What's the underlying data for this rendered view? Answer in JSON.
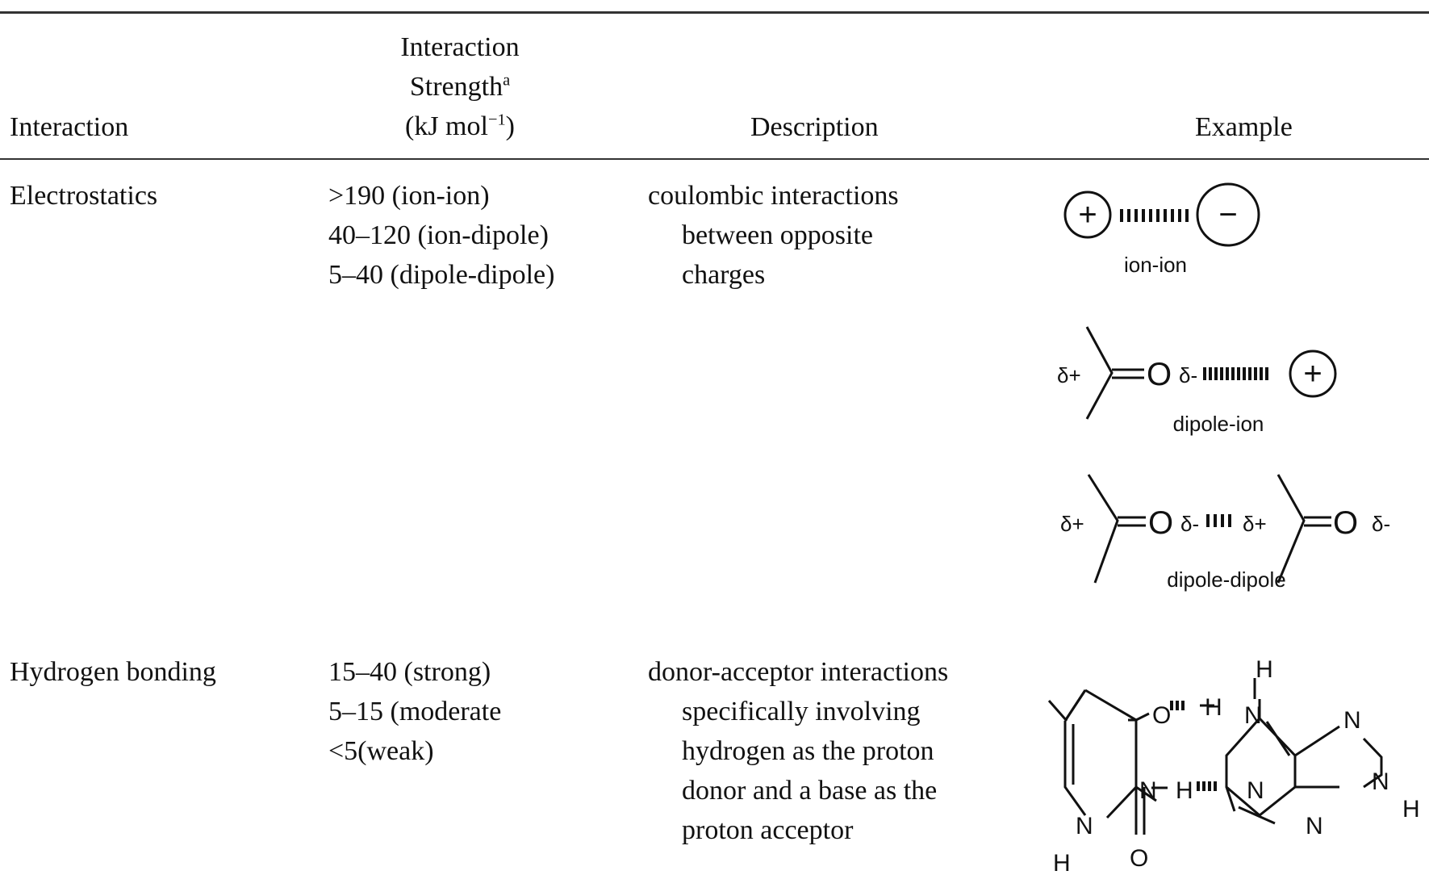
{
  "header": {
    "interaction": "Interaction",
    "strength_line1": "Interaction",
    "strength_line2": "Strength",
    "strength_sup": "a",
    "strength_unit_pre": "(kJ mol",
    "strength_unit_sup": "−1",
    "strength_unit_post": ")",
    "description": "Description",
    "example": "Example"
  },
  "rows": [
    {
      "interaction": "Electrostatics",
      "strengths": [
        ">190 (ion-ion)",
        "40–120 (ion-dipole)",
        "5–40 (dipole-dipole)"
      ],
      "description": [
        "coulombic interactions",
        "between opposite",
        "charges"
      ]
    },
    {
      "interaction": "Hydrogen bonding",
      "strengths": [
        "15–40 (strong)",
        "5–15 (moderate",
        "<5(weak)"
      ],
      "description": [
        "donor-acceptor interactions",
        "specifically involving",
        "hydrogen as the proton",
        "donor and a base as the",
        "proton acceptor"
      ]
    }
  ],
  "examples": {
    "ion_ion": {
      "plus": "+",
      "minus": "−",
      "label": "ion-ion"
    },
    "dipole_ion": {
      "delta_plus": "δ+",
      "oxygen": "O",
      "delta_minus": "δ-",
      "plus": "+",
      "label": "dipole-ion"
    },
    "dipole_dipole": {
      "delta_plus_1": "δ+",
      "oxygen_1": "O",
      "delta_minus_1": "δ-",
      "delta_plus_2": "δ+",
      "oxygen_2": "O",
      "delta_minus_2": "δ-",
      "label": "dipole-dipole"
    },
    "h_bond": {
      "h": "H",
      "o": "O",
      "n": "N"
    }
  }
}
